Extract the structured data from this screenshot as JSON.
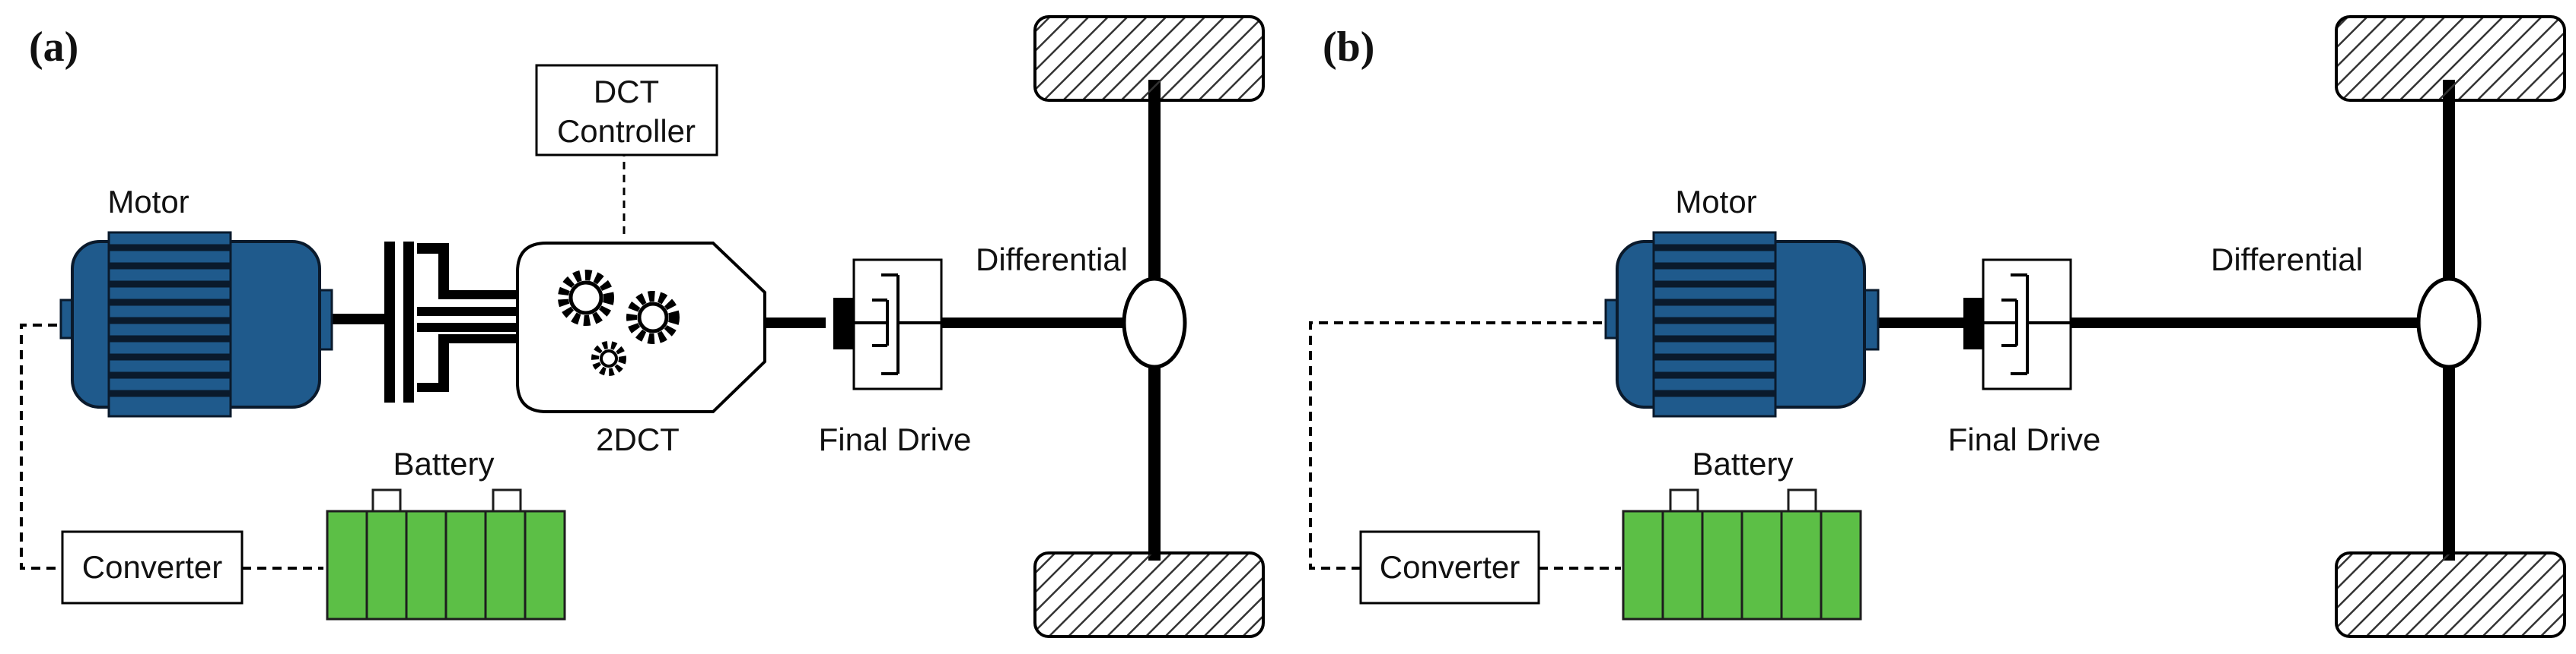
{
  "colors": {
    "motor_body": "#1f5a8c",
    "motor_stripe": "#0a1a2c",
    "battery": "#5cbf46",
    "battery_edge": "#1d1d1d",
    "line": "#000000",
    "wheel_hatch": "#333333"
  },
  "panel_a": {
    "letter": "(a)",
    "motor": "Motor",
    "dct_controller_line1": "DCT",
    "dct_controller_line2": "Controller",
    "gearbox": "2DCT",
    "final_drive": "Final Drive",
    "differential": "Differential",
    "battery": "Battery",
    "converter": "Converter"
  },
  "panel_b": {
    "letter": "(b)",
    "motor": "Motor",
    "final_drive": "Final Drive",
    "differential": "Differential",
    "battery": "Battery",
    "converter": "Converter"
  }
}
